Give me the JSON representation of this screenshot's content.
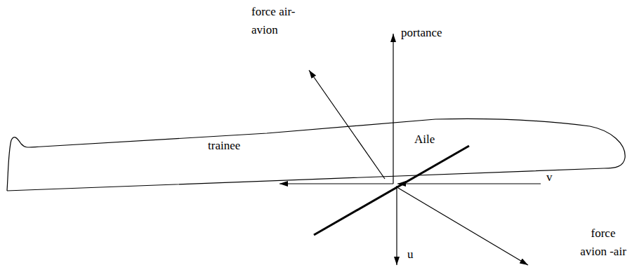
{
  "diagram": {
    "labels": [
      "force air-avion",
      "portance",
      "Aile",
      "trainee",
      "v",
      "u",
      "force avion -air"
    ]
  }
}
